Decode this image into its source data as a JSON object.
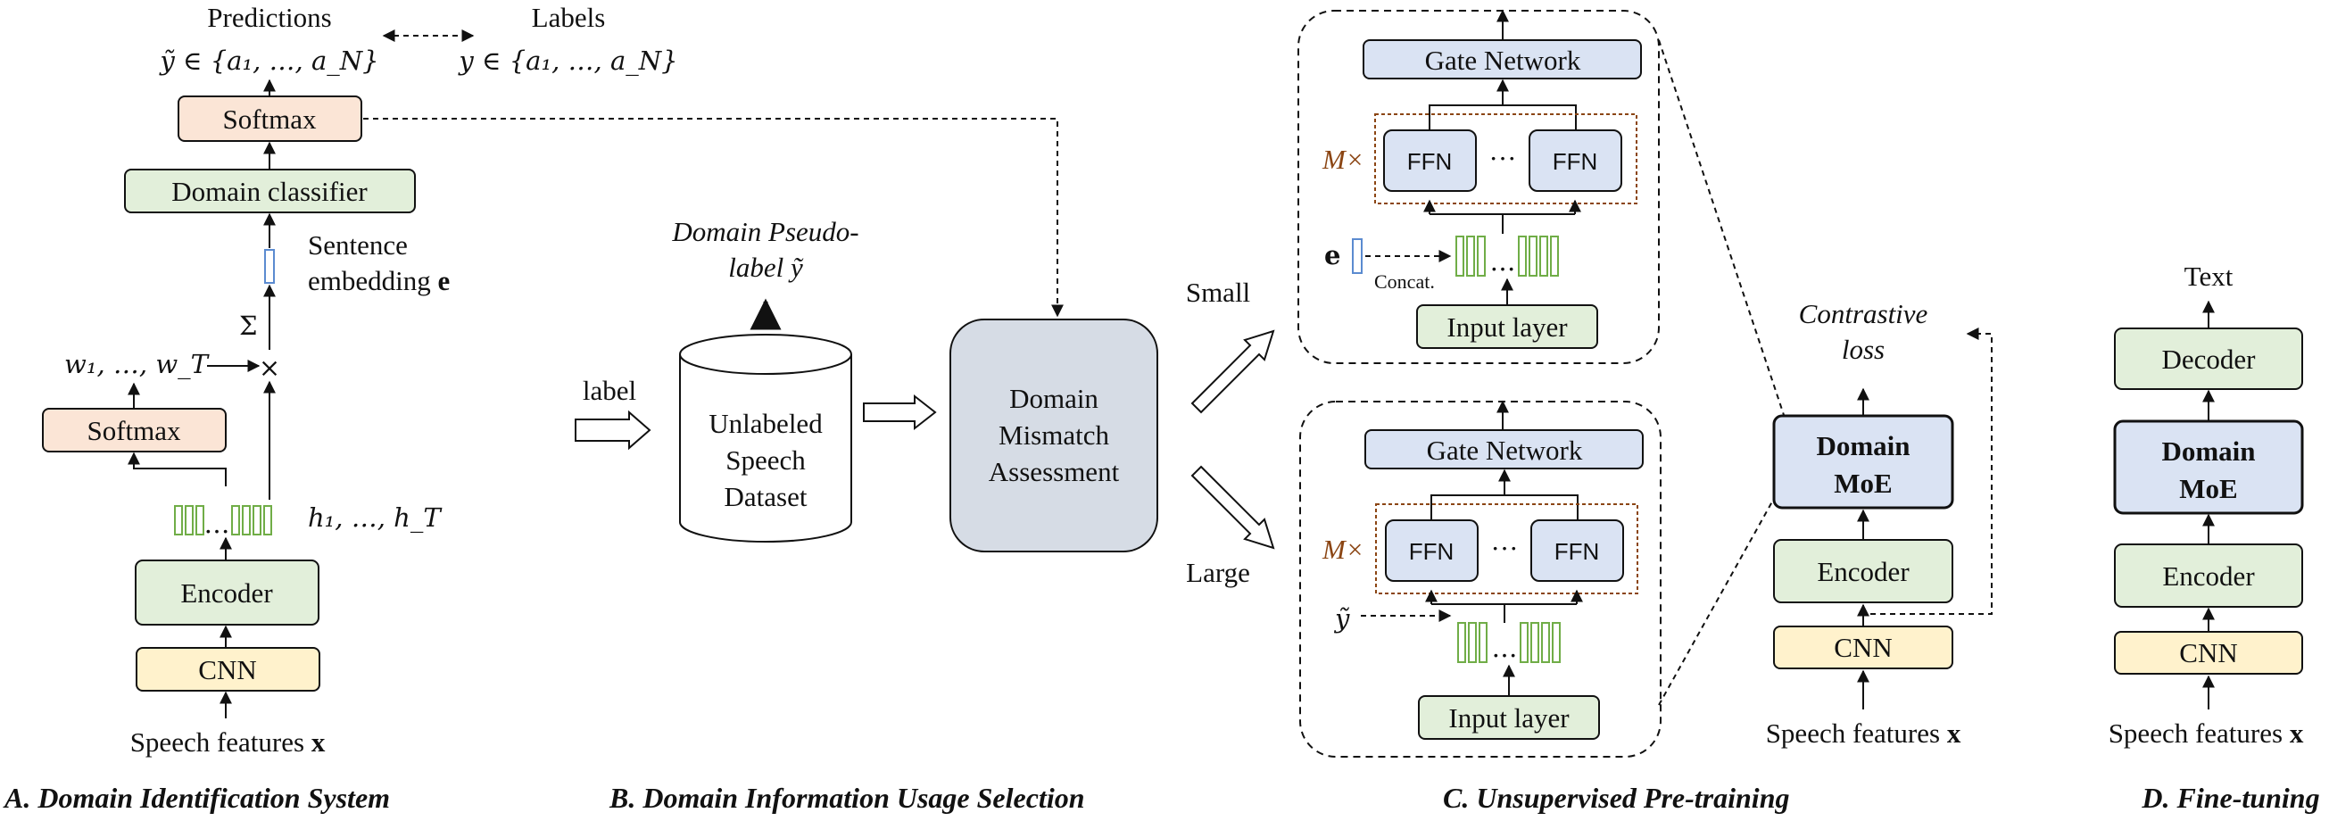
{
  "panel_a": {
    "caption": "A. Domain Identification System",
    "predictions_label": "Predictions",
    "labels_label": "Labels",
    "pred_set": "ỹ ∈ {a₁, …, a_N}",
    "label_set": "y ∈ {a₁, …, a_N}",
    "softmax_top": "Softmax",
    "domain_classifier": "Domain classifier",
    "sentence_line1": "Sentence",
    "sentence_line2": "embedding",
    "sentence_bold": "e",
    "sum_symbol": "Σ",
    "weights": "w₁, …, w_T",
    "softmax_left": "Softmax",
    "hidden": "h₁, …, h_T",
    "encoder": "Encoder",
    "cnn": "CNN",
    "speech_features": "Speech features",
    "speech_bold": "x"
  },
  "panel_b": {
    "caption": "B. Domain Information Usage Selection",
    "label_word": "label",
    "pseudo_line1": "Domain Pseudo-",
    "pseudo_line2": "label ỹ",
    "dataset_line1": "Unlabeled",
    "dataset_line2": "Speech",
    "dataset_line3": "Dataset",
    "assess_line1": "Domain",
    "assess_line2": "Mismatch",
    "assess_line3": "Assessment",
    "small": "Small",
    "large": "Large"
  },
  "panel_c": {
    "caption": "C. Unsupervised Pre-training",
    "gate_network": "Gate Network",
    "ffn": "FFN",
    "ellipsis": "···",
    "m_times": "M×",
    "e_symbol": "e",
    "concat": "Concat.",
    "y_tilde": "ỹ",
    "input_layer": "Input layer",
    "contrastive_line1": "Contrastive",
    "contrastive_line2": "loss",
    "domain_moe_line1": "Domain",
    "domain_moe_line2": "MoE",
    "encoder": "Encoder",
    "cnn": "CNN",
    "speech_features": "Speech features",
    "speech_bold": "x"
  },
  "panel_d": {
    "caption": "D. Fine-tuning",
    "text_out": "Text",
    "decoder": "Decoder",
    "domain_moe_line1": "Domain",
    "domain_moe_line2": "MoE",
    "encoder": "Encoder",
    "cnn": "CNN",
    "speech_features": "Speech features",
    "speech_bold": "x"
  },
  "colors": {
    "green_fill": "#e2efda",
    "blue_fill": "#dae3f3",
    "orange_fill": "#fbe5d6",
    "yellow_fill": "#fff2cc",
    "grey_fill": "#d6dce5",
    "feature_green": "#70ad47",
    "embed_blue": "#5b8bd0",
    "moe_frame": "#8b4513"
  }
}
